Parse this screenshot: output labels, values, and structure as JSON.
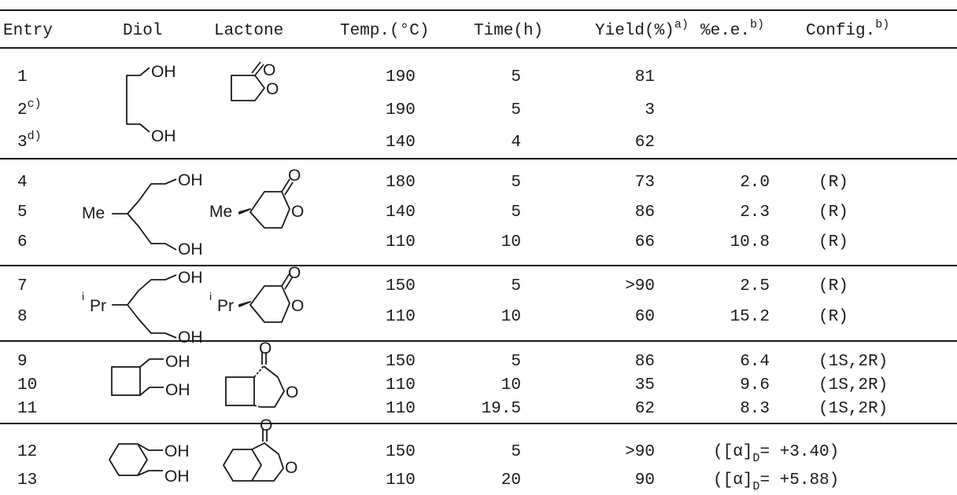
{
  "headers": {
    "entry": "Entry",
    "diol": "Diol",
    "lactone": "Lactone",
    "temp": "Temp.(°C)",
    "time": "Time(h)",
    "yield": "Yield(%)",
    "yield_note": "a)",
    "ee": "%e.e.",
    "ee_note": "b)",
    "config": "Config.",
    "config_note": "b)"
  },
  "rows": [
    {
      "entry": "1",
      "note": "",
      "temp": "190",
      "time": "5",
      "yield": "81",
      "ee": "",
      "config": ""
    },
    {
      "entry": "2",
      "note": "c)",
      "temp": "190",
      "time": "5",
      "yield": "3",
      "ee": "",
      "config": ""
    },
    {
      "entry": "3",
      "note": "d)",
      "temp": "140",
      "time": "4",
      "yield": "62",
      "ee": "",
      "config": ""
    },
    {
      "entry": "4",
      "note": "",
      "temp": "180",
      "time": "5",
      "yield": "73",
      "ee": "2.0",
      "config": "(R)"
    },
    {
      "entry": "5",
      "note": "",
      "temp": "140",
      "time": "5",
      "yield": "86",
      "ee": "2.3",
      "config": "(R)"
    },
    {
      "entry": "6",
      "note": "",
      "temp": "110",
      "time": "10",
      "yield": "66",
      "ee": "10.8",
      "config": "(R)"
    },
    {
      "entry": "7",
      "note": "",
      "temp": "150",
      "time": "5",
      "yield": ">90",
      "ee": "2.5",
      "config": "(R)"
    },
    {
      "entry": "8",
      "note": "",
      "temp": "110",
      "time": "10",
      "yield": "60",
      "ee": "15.2",
      "config": "(R)"
    },
    {
      "entry": "9",
      "note": "",
      "temp": "150",
      "time": "5",
      "yield": "86",
      "ee": "6.4",
      "config": "(1S,2R)"
    },
    {
      "entry": "10",
      "note": "",
      "temp": "110",
      "time": "10",
      "yield": "35",
      "ee": "9.6",
      "config": "(1S,2R)"
    },
    {
      "entry": "11",
      "note": "",
      "temp": "110",
      "time": "19.5",
      "yield": "62",
      "ee": "8.3",
      "config": "(1S,2R)"
    },
    {
      "entry": "12",
      "note": "",
      "temp": "150",
      "time": "5",
      "yield": ">90",
      "rotation": "= +3.40)"
    },
    {
      "entry": "13",
      "note": "",
      "temp": "110",
      "time": "20",
      "yield": "90",
      "rotation": "= +5.88)"
    }
  ],
  "rotation_prefix": "([α]",
  "rotation_sub": "D",
  "structures": {
    "oh": "OH",
    "o": "O",
    "me": "Me",
    "ipr_i": "i",
    "ipr_pr": "Pr"
  }
}
